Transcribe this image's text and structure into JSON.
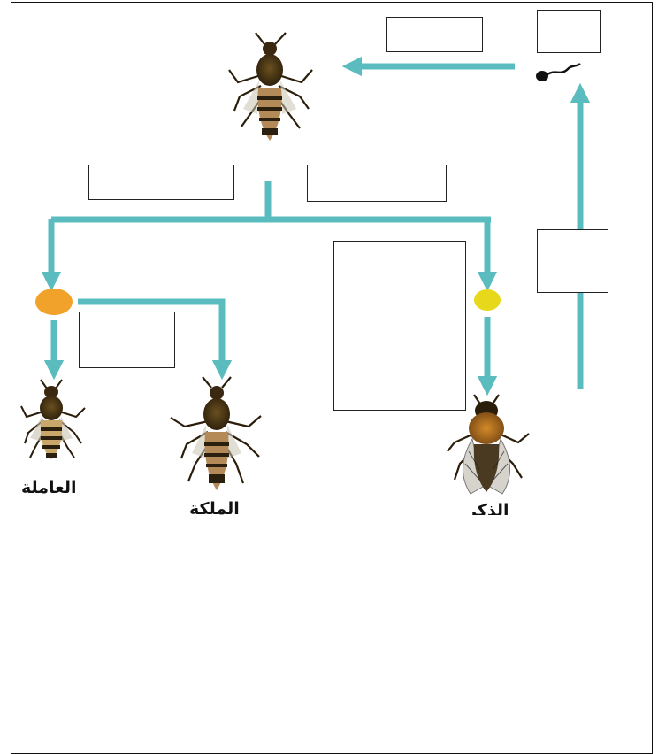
{
  "colors": {
    "arrow": "#5bbcc0",
    "egg_fertilized": "#f0a22a",
    "egg_unfertilized": "#e8d81c",
    "box_border": "#222222"
  },
  "labels": {
    "worker": "العاملة",
    "queen": "الملكة",
    "drone": "الذكر"
  },
  "icons": {
    "queen_top": "queen-bee-icon",
    "worker": "worker-bee-icon",
    "queen": "queen-bee-icon",
    "drone": "drone-bee-icon",
    "sperm": "sperm-icon"
  },
  "answer_boxes": [
    {
      "id": "box-top-middle",
      "value": ""
    },
    {
      "id": "box-top-right",
      "value": ""
    },
    {
      "id": "box-left-branch",
      "value": ""
    },
    {
      "id": "box-right-branch",
      "value": ""
    },
    {
      "id": "box-tall-center",
      "value": ""
    },
    {
      "id": "box-right-side",
      "value": ""
    },
    {
      "id": "box-egg-split",
      "value": ""
    }
  ]
}
